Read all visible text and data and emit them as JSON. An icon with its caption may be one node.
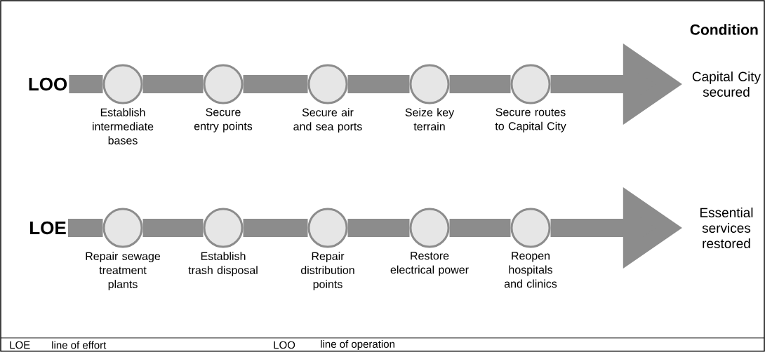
{
  "diagram": {
    "nodes": [
      {
        "text": [
          "LOO"
        ]
      },
      {
        "text": [],
        "shape": "circle",
        "beside": [
          "Establish intermediate bases"
        ]
      },
      {
        "text": [],
        "shape": "circle",
        "beside": [
          "Secure entry points"
        ]
      },
      {
        "text": [],
        "shape": "circle",
        "beside": [
          "Secure air and sea ports"
        ]
      },
      {
        "text": [],
        "shape": "circle",
        "beside": [
          "Seize key terrain"
        ]
      },
      {
        "text": [],
        "shape": "circle",
        "beside": [
          "Secure routes to Capital City"
        ]
      },
      {
        "text": [
          "Capital City secured"
        ]
      },
      {
        "text": [
          "LOE"
        ]
      },
      {
        "text": [],
        "shape": "circle",
        "beside": [
          "Repair sewage treatment plants"
        ]
      },
      {
        "text": [],
        "shape": "circle",
        "beside": [
          "Establish trash disposal"
        ]
      },
      {
        "text": [],
        "shape": "circle",
        "beside": [
          "Repair distribution points"
        ]
      },
      {
        "text": [],
        "shape": "circle",
        "beside": [
          "Restore electrical power"
        ]
      },
      {
        "text": [],
        "shape": "circle",
        "beside": [
          "Reopen hospitals and clinics"
        ]
      },
      {
        "text": [
          "Essential services restored"
        ]
      }
    ],
    "edges": [
      {
        "from": 0,
        "to": 1,
        "arrow": "none"
      },
      {
        "from": 1,
        "to": 2,
        "arrow": "none"
      },
      {
        "from": 2,
        "to": 3,
        "arrow": "none"
      },
      {
        "from": 3,
        "to": 4,
        "arrow": "none"
      },
      {
        "from": 4,
        "to": 5,
        "arrow": "none"
      },
      {
        "from": 5,
        "to": 6,
        "arrow": "to"
      },
      {
        "from": 7,
        "to": 8,
        "arrow": "none"
      },
      {
        "from": 8,
        "to": 9,
        "arrow": "none"
      },
      {
        "from": 9,
        "to": 10,
        "arrow": "none"
      },
      {
        "from": 10,
        "to": 11,
        "arrow": "none"
      },
      {
        "from": 11,
        "to": 12,
        "arrow": "none"
      },
      {
        "from": 12,
        "to": 13,
        "arrow": "to"
      }
    ],
    "labels": [
      "Condition",
      "LOE",
      "line of effort",
      "LOO",
      "line of operation"
    ]
  }
}
